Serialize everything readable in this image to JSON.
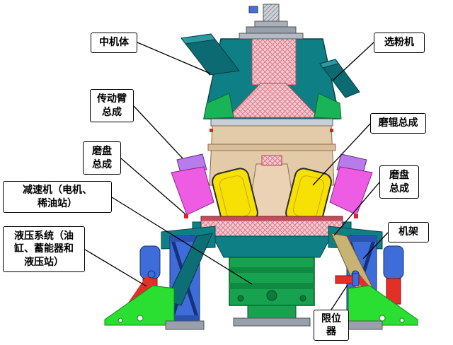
{
  "diagram": {
    "type": "labeled-technical-diagram",
    "subject": "vertical-roller-mill-structure",
    "labels": [
      {
        "id": "mid-body",
        "text": "中机体"
      },
      {
        "id": "classifier",
        "text": "选粉机"
      },
      {
        "id": "drive-arm-assembly",
        "text": "传动臂\n总成"
      },
      {
        "id": "grinding-roller-assembly",
        "text": "磨辊总成"
      },
      {
        "id": "grinding-table-assembly-left",
        "text": "磨盘\n总成"
      },
      {
        "id": "grinding-table-assembly-right",
        "text": "磨盘\n总成"
      },
      {
        "id": "reducer-unit",
        "text": "减速机（电机、\n稀油站）"
      },
      {
        "id": "frame",
        "text": "机架"
      },
      {
        "id": "hydraulic-system",
        "text": "液压系统（油\n缸、蓄能器和\n液压站）"
      },
      {
        "id": "limiter",
        "text": "限位\n器"
      }
    ],
    "palette": {
      "housing_teal": "#0f7f86",
      "hatch_pink": "#f6c9d0",
      "roller_yellow": "#f7e004",
      "arm_magenta": "#ef5ce4",
      "arm_violet": "#b77bea",
      "gearbox_green": "#16a24f",
      "base_green": "#2ade32",
      "column_blue": "#3e6cd8",
      "cylinder_red": "#e23028",
      "body_tan": "#e3caa9",
      "steel_gray": "#98a0ac",
      "line_black": "#000000"
    }
  }
}
